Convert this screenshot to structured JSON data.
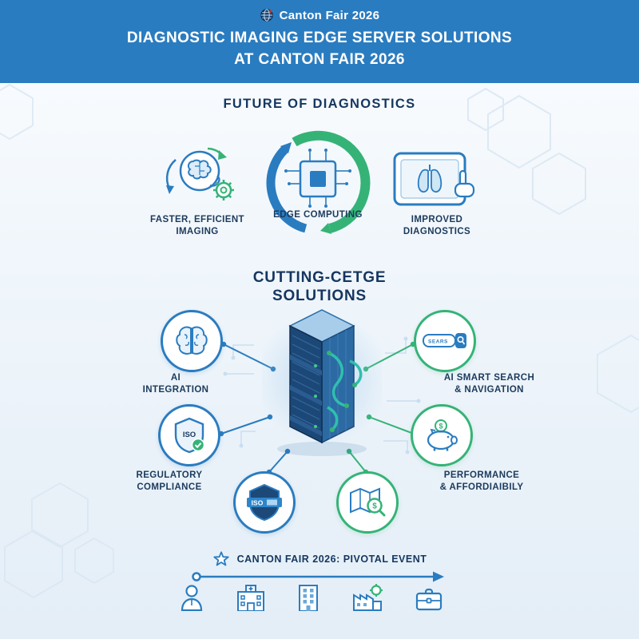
{
  "colors": {
    "header_blue": "#2a7cc0",
    "accent_blue": "#2a7cc0",
    "accent_green": "#35b377",
    "navy": "#15365f",
    "server_navy": "#1c4878",
    "cable_teal": "#2fbfae"
  },
  "header": {
    "brand": "Canton Fair 2026",
    "brand_icon": "globe-icon",
    "title_line1": "DIAGNOSTIC IMAGING EDGE SERVER SOLUTIONS",
    "title_line2": "AT CANTON FAIR 2026"
  },
  "future": {
    "heading": "FUTURE OF DIAGNOSTICS",
    "items": [
      {
        "icon": "head-brain-gear-icon",
        "label_line1": "FASTER, EFFICIENT",
        "label_line2": "IMAGING"
      },
      {
        "icon": "edge-computing-chip-cycle-icon",
        "label_line1": "EDGE COMPUTING",
        "label_line2": ""
      },
      {
        "icon": "tablet-lungs-pointer-icon",
        "label_line1": "IMPROVED",
        "label_line2": "DIAGNOSTICS"
      }
    ]
  },
  "solutions": {
    "heading_line1": "CUTTING-CETGE",
    "heading_line2": "SOLUTIONS",
    "center_icon": "isometric-edge-server-icon",
    "node_ai": {
      "icon": "brain-icon",
      "line1": "AI",
      "line2": "INTEGRATION"
    },
    "node_search": {
      "icon": "search-bar-icon",
      "line1": "AI SMART SEARCH",
      "line2": "& NAVIGATION",
      "widget_text": "SEARS"
    },
    "node_compliance": {
      "icon": "iso-shield-check-icon",
      "line1": "REGULATORY",
      "line2": "COMPLIANCE",
      "badge_text": "ISO"
    },
    "node_perf": {
      "icon": "piggy-bank-icon",
      "line1": "PERFORMANCE",
      "line2": "& AFFORDIAIBILY",
      "coin_symbol": "$"
    },
    "node_iso_badge": {
      "icon": "iso-shield-ribbon-icon",
      "badge_text": "ISO"
    },
    "node_map": {
      "icon": "map-dollar-magnifier-icon",
      "symbol": "$"
    }
  },
  "event": {
    "icon": "star-icon",
    "heading": "CANTON FAIR 2026: PIVOTAL EVENT",
    "icons": [
      "doctor-icon",
      "hospital-icon",
      "clinic-building-icon",
      "factory-icon",
      "briefcase-icon"
    ]
  }
}
